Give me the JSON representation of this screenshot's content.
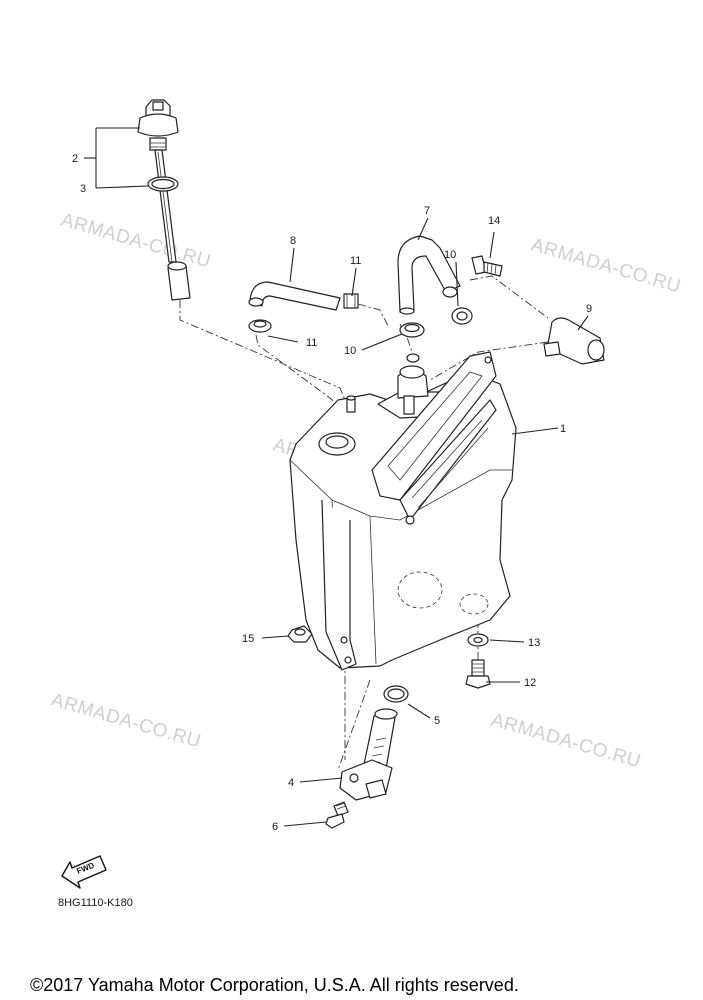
{
  "diagram": {
    "watermark_text": "ARMADA-CO.RU",
    "part_code": "8HG1110-K180",
    "copyright": "©2017 Yamaha Motor Corporation, U.S.A. All rights reserved.",
    "fwd_label": "FWD",
    "callouts": [
      "1",
      "2",
      "3",
      "4",
      "5",
      "6",
      "7",
      "8",
      "9",
      "10",
      "10",
      "11",
      "11",
      "12",
      "13",
      "14",
      "15"
    ]
  }
}
